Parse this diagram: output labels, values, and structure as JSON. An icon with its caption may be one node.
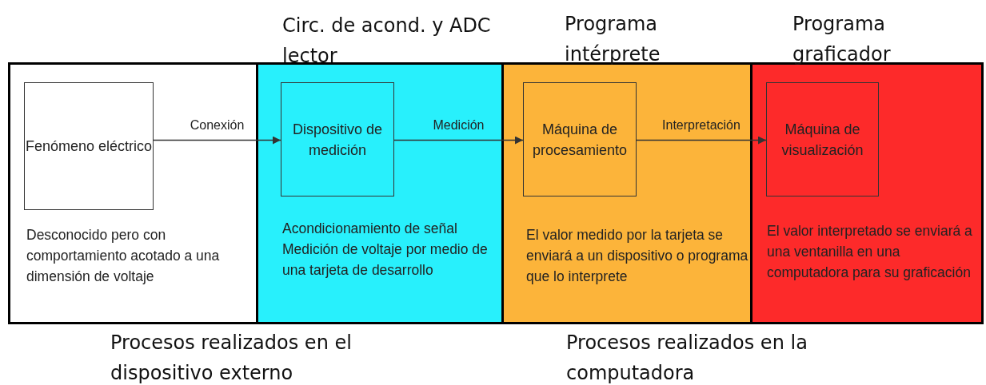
{
  "diagram": {
    "nodes": [
      {
        "text": [
          "Desconocido pero con comportamiento acotado a una dimensión de voltaje"
        ]
      },
      {
        "text": [
          "Fenómeno eléctrico"
        ],
        "in": 0
      },
      {
        "text": [
          "Circ. de acond. y ADC lector",
          "Acondicionamiento de señal",
          "Medición de voltaje por medio de una tarjeta de desarrollo"
        ]
      },
      {
        "text": [
          "Dispositivo de medición"
        ],
        "in": 2
      },
      {
        "text": [
          "Programa intérprete",
          "El valor medido por la tarjeta se enviará a un dispositivo o programa que lo interprete"
        ]
      },
      {
        "text": [
          "Máquina de procesamiento"
        ],
        "in": 4
      },
      {
        "text": [
          "Programa graficador",
          "El valor interpretado se enviará a una ventanilla en una computadora para su graficación"
        ]
      },
      {
        "text": [
          "Máquina de visualización"
        ],
        "in": 6
      }
    ],
    "edges": [
      {
        "from": 1,
        "to": 3,
        "arrow": "to",
        "label": "Conexión"
      },
      {
        "from": 3,
        "to": 5,
        "arrow": "to",
        "label": "Medición"
      },
      {
        "from": 5,
        "to": 7,
        "arrow": "to",
        "label": "Interpretación"
      }
    ],
    "labels": [
      "Procesos realizados en el dispositivo externo",
      "Procesos realizados en la computadora"
    ]
  }
}
